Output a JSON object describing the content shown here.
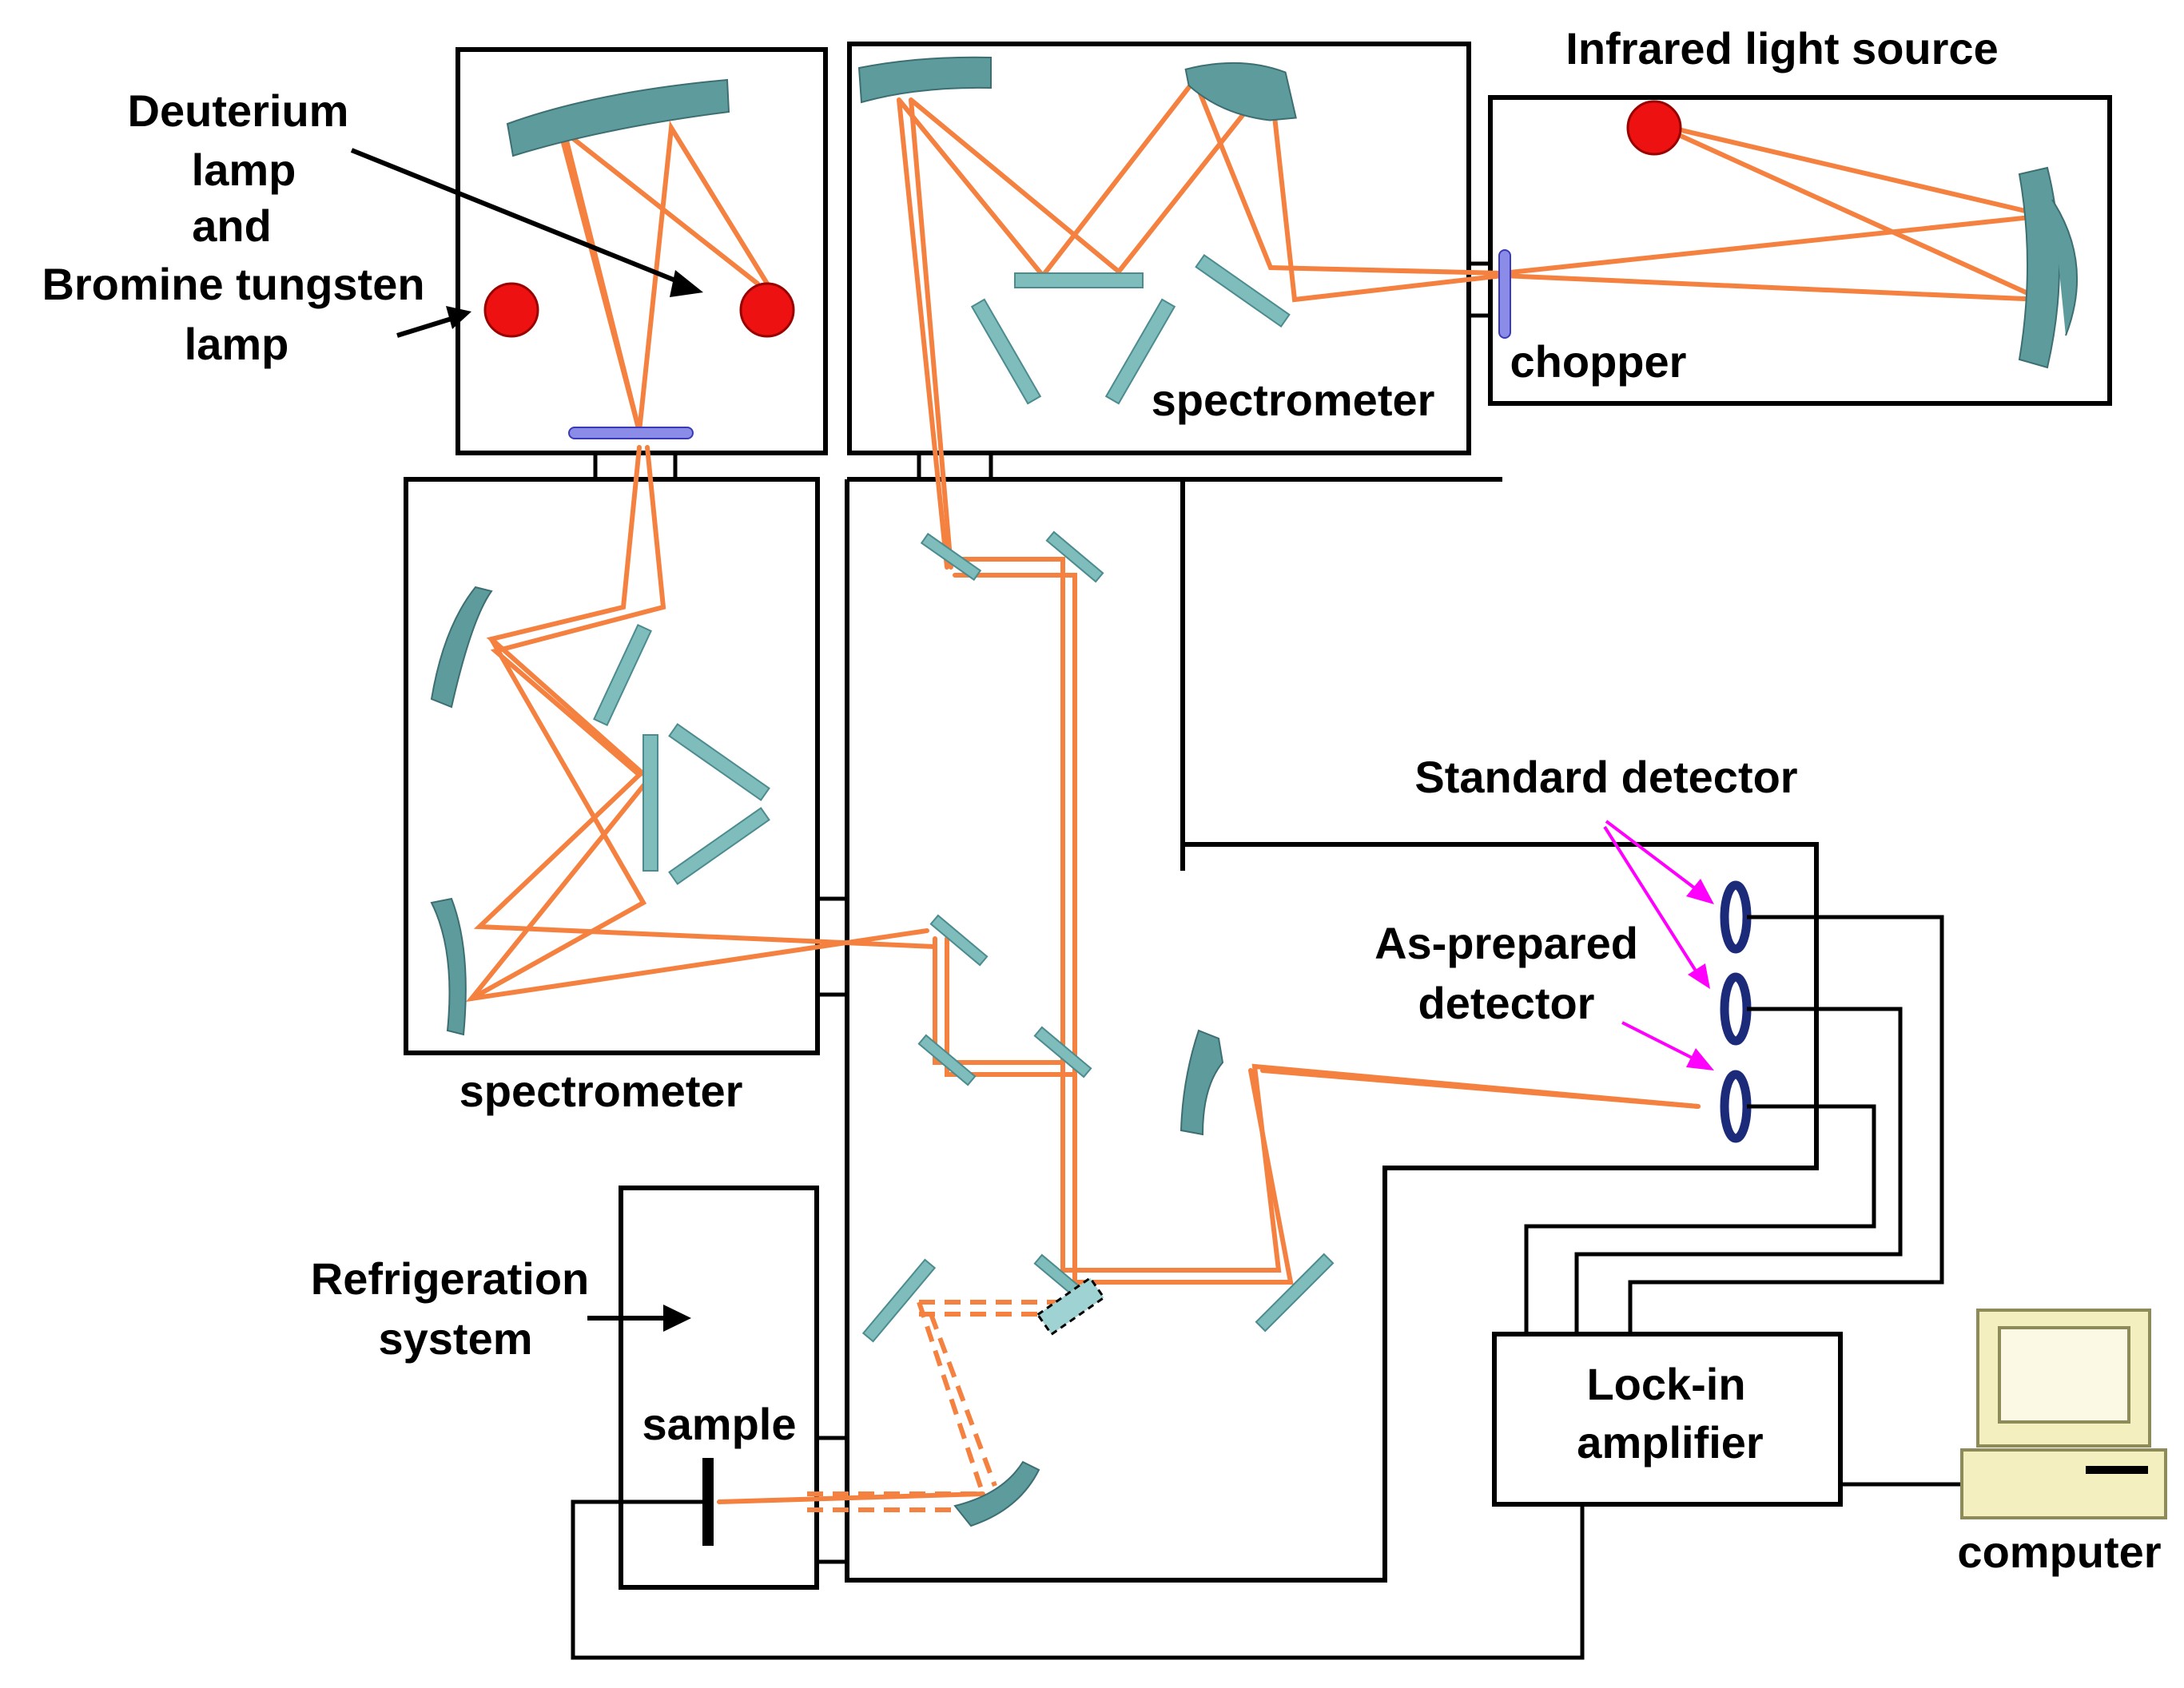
{
  "labels": {
    "deuterium_line1": "Deuterium",
    "deuterium_line2": "lamp",
    "deuterium_line3": "and",
    "deuterium_line4": "Bromine tungsten",
    "deuterium_line5": "lamp",
    "infrared_source": "Infrared light source",
    "chopper": "chopper",
    "spectrometer_top": "spectrometer",
    "spectrometer_left": "spectrometer",
    "standard_detector": "Standard detector",
    "as_prepared_line1": "As-prepared",
    "as_prepared_line2": "detector",
    "refrigeration_line1": "Refrigeration",
    "refrigeration_line2": "system",
    "sample": "sample",
    "lockin_line1": "Lock-in",
    "lockin_line2": "amplifier",
    "computer": "computer"
  },
  "colors": {
    "beam": "#f4813f",
    "mirror": "#7fbcbc",
    "lamp": "#ee1111",
    "detector": "#1c2a7a",
    "pointer_arrow": "#ff00ff"
  }
}
